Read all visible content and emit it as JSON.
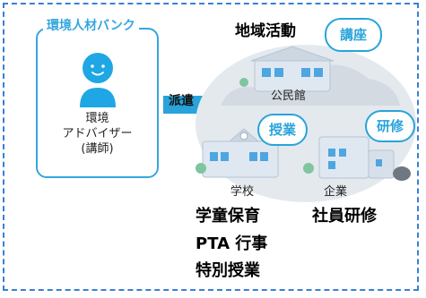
{
  "bank": {
    "title": "環境人材バンク"
  },
  "advisor": {
    "line1": "環境",
    "line2": "アドバイザー",
    "line3": "(講師)"
  },
  "dispatch_label": "派遣",
  "region": {
    "title": "地域活動"
  },
  "buildings": {
    "community_center": {
      "label": "公民館",
      "tag": "講座"
    },
    "school": {
      "label": "学校",
      "tag": "授業"
    },
    "company": {
      "label": "企業",
      "tag": "研修"
    }
  },
  "activities": {
    "school": [
      "学童保育",
      "PTA 行事",
      "特別授業"
    ],
    "company": [
      "社員研修"
    ]
  },
  "colors": {
    "accent": "#29a3da",
    "frame": "#3b7fd6",
    "ground": "#e4e9ee"
  }
}
